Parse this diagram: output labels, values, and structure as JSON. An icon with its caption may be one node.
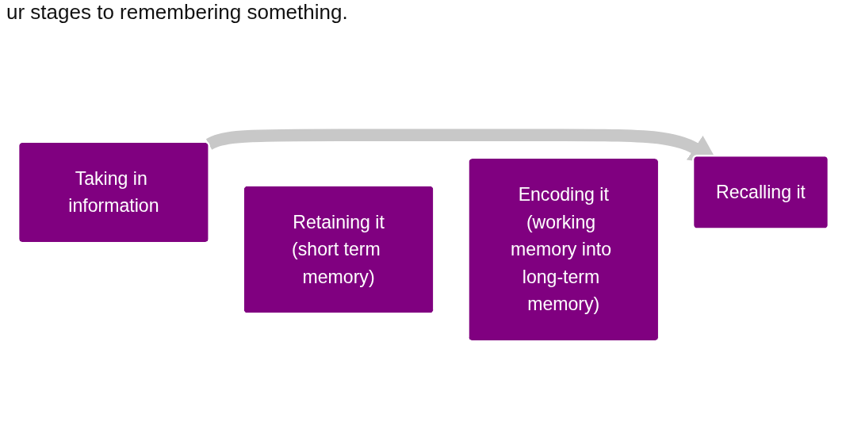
{
  "diagram": {
    "title": "ur stages to remembering something.",
    "nodes": [
      {
        "text": [
          "Taking in information"
        ]
      },
      {
        "text": [
          "Retaining it",
          "(short term memory)"
        ]
      },
      {
        "text": [
          "Encoding it",
          "(working memory into long-term memory)"
        ]
      },
      {
        "text": [
          "Recalling it"
        ]
      }
    ],
    "edges": [
      {
        "from": 0,
        "to": 3,
        "arrow": "to"
      }
    ]
  }
}
